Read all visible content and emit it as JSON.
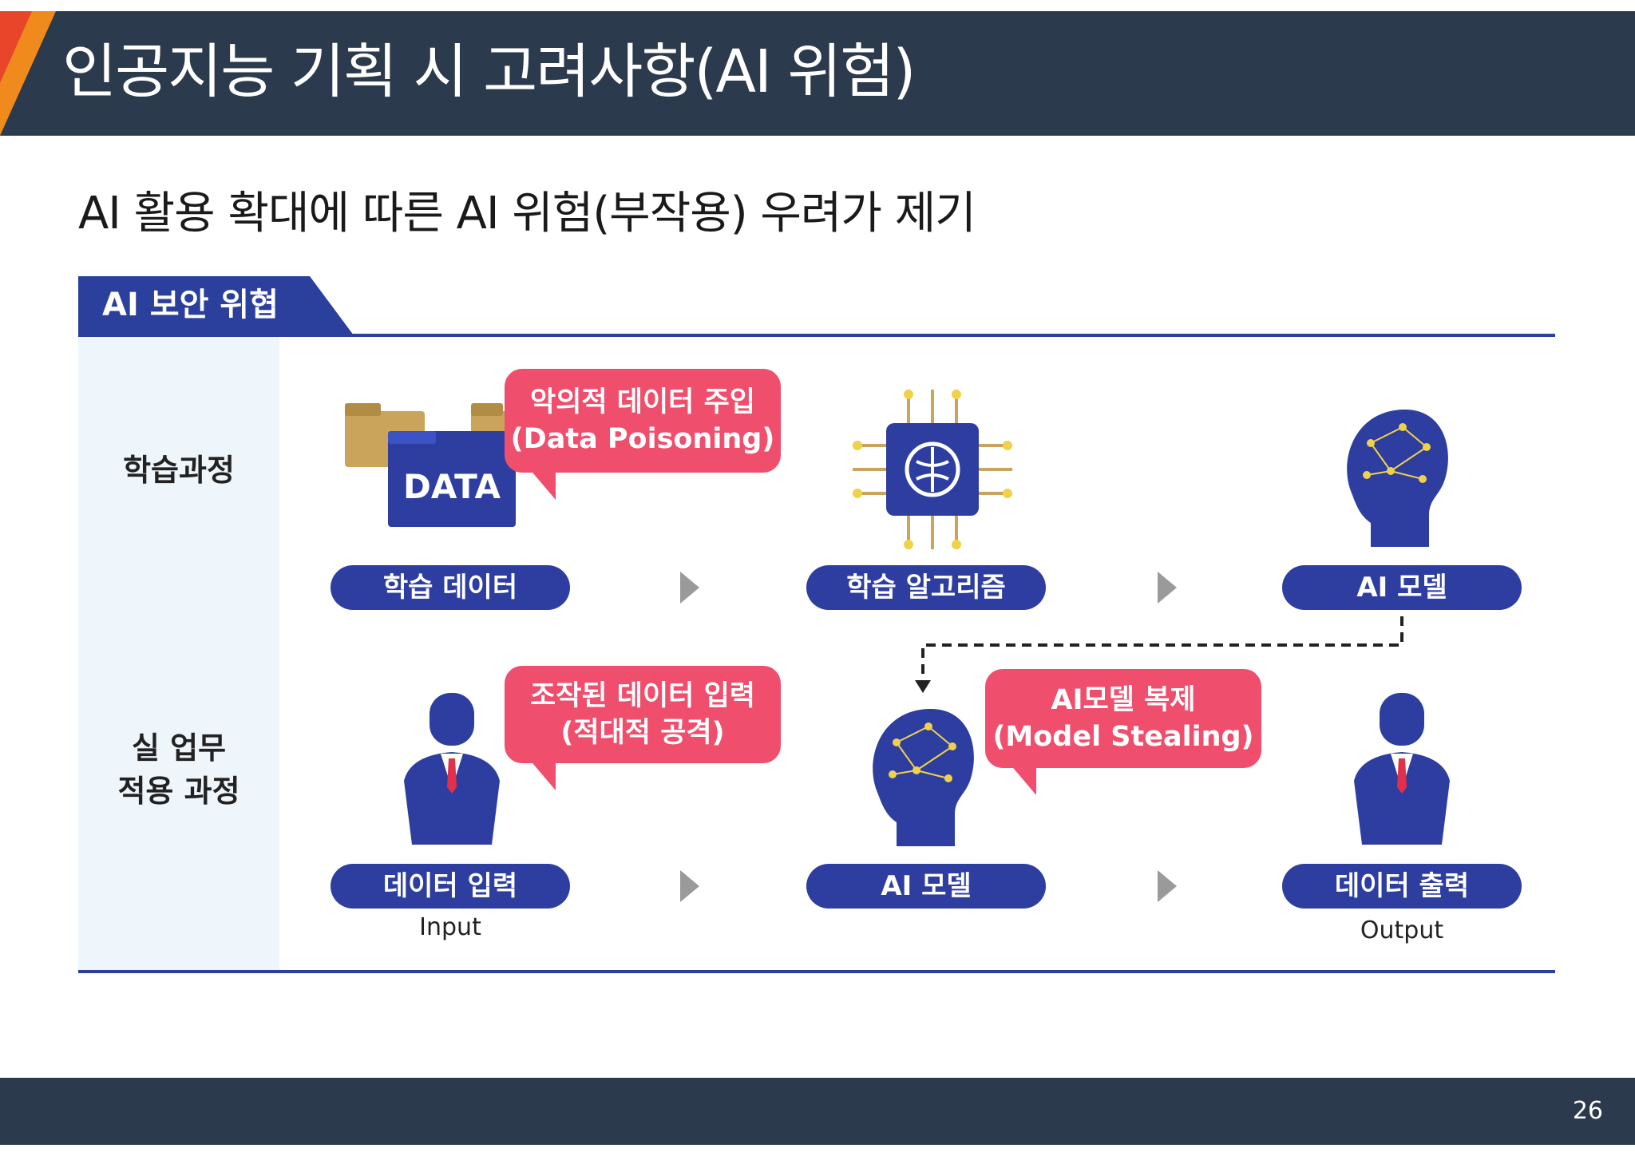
{
  "header": {
    "title": "인공지능 기획 시 고려사항(AI 위험)"
  },
  "subtitle": "AI 활용 확대에 따른 AI 위험(부작용) 우려가 제기",
  "figure": {
    "section_label": "AI 보안 위협",
    "rows": {
      "training": "학습과정",
      "deploy_line1": "실 업무",
      "deploy_line2": "적용 과정"
    },
    "data_icon_text": "DATA",
    "pills": {
      "training_data": "학습 데이터",
      "training_algorithm": "학습 알고리즘",
      "ai_model_top": "AI 모델",
      "data_input": "데이터 입력",
      "ai_model_bottom": "AI 모델",
      "data_output": "데이터 출력"
    },
    "sublabels": {
      "input": "Input",
      "output": "Output"
    },
    "bubbles": {
      "poisoning_line1": "악의적 데이터 주입",
      "poisoning_line2": "(Data Poisoning)",
      "adversarial_line1": "조작된 데이터 입력",
      "adversarial_line2": "(적대적 공격)",
      "stealing_line1": "AI모델 복제",
      "stealing_line2": "(Model Stealing)"
    },
    "colors": {
      "navy": "#2d3ea0",
      "pink": "#ef4f6d",
      "header": "#2c3a4d",
      "folder": "#c9a45a",
      "node": "#f0d24a"
    },
    "icons": [
      "folder-icon",
      "data-box-icon",
      "ai-chip-icon",
      "ai-head-icon",
      "person-icon"
    ]
  },
  "footer": {
    "page_number": "26"
  }
}
